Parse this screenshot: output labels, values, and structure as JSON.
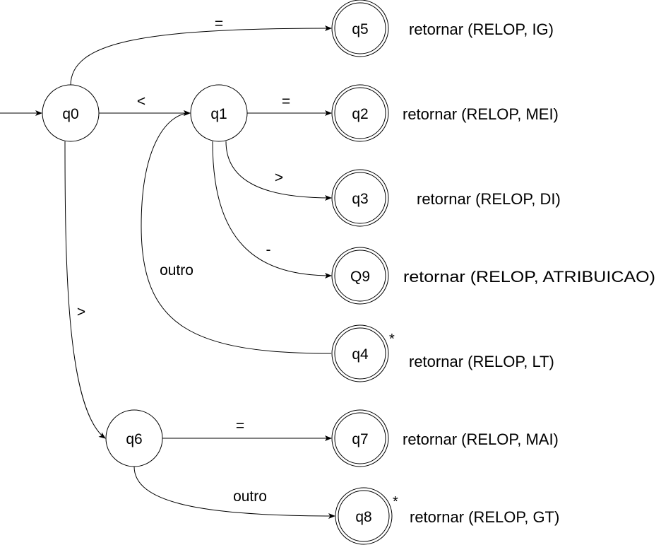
{
  "states": {
    "q0": "q0",
    "q1": "q1",
    "q2": "q2",
    "q3": "q3",
    "q4": "q4",
    "q5": "q5",
    "q6": "q6",
    "q7": "q7",
    "q8": "q8",
    "q9": "Q9"
  },
  "transitions": {
    "q0_q5": "=",
    "q0_q1": "<",
    "q0_q6": ">",
    "q1_q2": "=",
    "q1_q3": ">",
    "q1_q9": "-",
    "q1_q4": "outro",
    "q6_q7": "=",
    "q6_q8": "outro"
  },
  "actions": {
    "q5": "retornar (RELOP, IG)",
    "q2": "retornar (RELOP, MEI)",
    "q3": "retornar (RELOP, DI)",
    "q9": "retornar (RELOP, ATRIBUICAO)",
    "q4": "retornar (RELOP, LT)",
    "q7": "retornar (RELOP, MAI)",
    "q8": "retornar (RELOP, GT)"
  },
  "retract_marker": "*"
}
